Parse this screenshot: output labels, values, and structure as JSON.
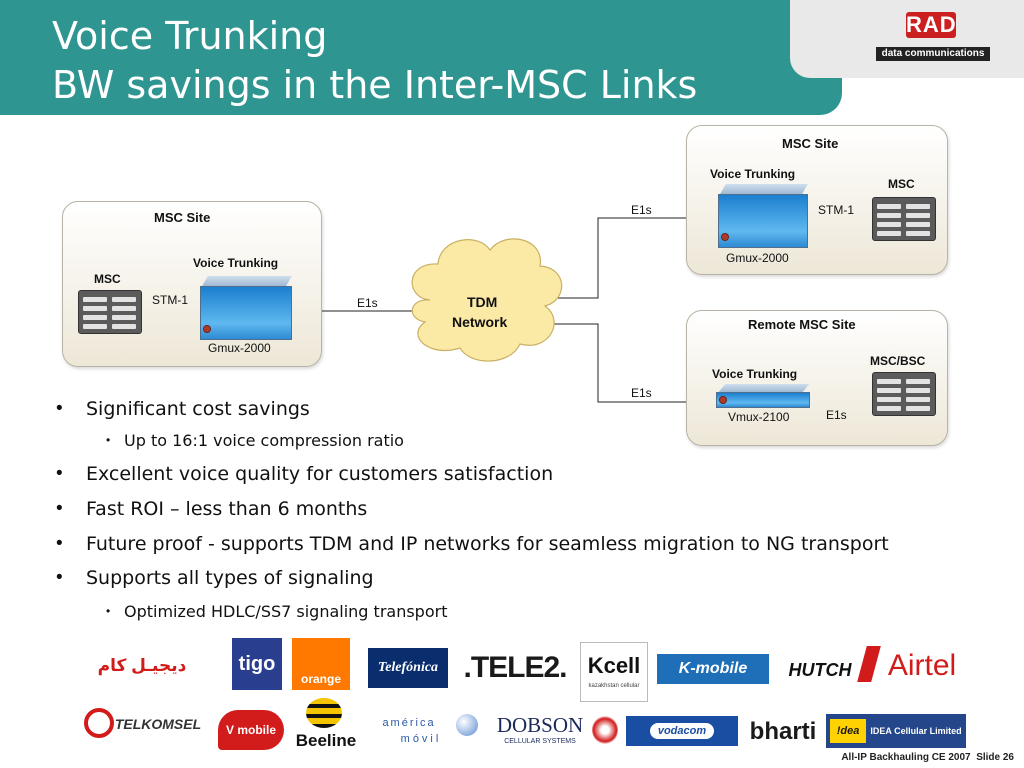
{
  "header": {
    "title_line1": "Voice Trunking",
    "title_line2": "BW savings in the Inter-MSC Links",
    "brand_name": "RAD",
    "brand_tagline": "data communications",
    "band_color": "#2e9590"
  },
  "diagram": {
    "left_site": {
      "title": "MSC Site",
      "msc_label": "MSC",
      "function_label": "Voice Trunking",
      "link_label": "STM-1",
      "device_label": "Gmux-2000"
    },
    "top_right_site": {
      "title": "MSC Site",
      "msc_label": "MSC",
      "function_label": "Voice Trunking",
      "link_label": "STM-1",
      "device_label": "Gmux-2000"
    },
    "bottom_right_site": {
      "title": "Remote MSC Site",
      "msc_label": "MSC/BSC",
      "function_label": "Voice Trunking",
      "link_label": "E1s",
      "device_label": "Vmux-2100"
    },
    "cloud": {
      "line1": "TDM",
      "line2": "Network"
    },
    "wan_labels": {
      "left": "E1s",
      "top": "E1s",
      "bottom": "E1s"
    }
  },
  "bullets": [
    {
      "text": "Significant cost savings",
      "level": 1
    },
    {
      "text": "Up to 16:1 voice compression ratio",
      "level": 2
    },
    {
      "text": "Excellent voice quality for customers satisfaction",
      "level": 1
    },
    {
      "text": "Fast ROI – less than 6 months",
      "level": 1
    },
    {
      "text": "Future proof - supports TDM and IP networks for seamless migration to NG transport",
      "level": 1
    },
    {
      "text": "Supports all types of signaling",
      "level": 1
    },
    {
      "text": "Optimized HDLC/SS7 signaling transport",
      "level": 2
    }
  ],
  "logos": {
    "digicel_cam": "ديجيـل كام",
    "tigo": "tigo",
    "orange": "orange",
    "telefonica": "Telefónica",
    "tele2": ".TELE2.",
    "kcell": "Kcell",
    "kcell_sub": "kazakhstan cellular",
    "kmobile": "K-mobile",
    "hutch": "HUTCH",
    "airtel": "Airtel",
    "telkomsel": "TELKOMSEL",
    "vmobile": "V mobile",
    "beeline": "Beeline",
    "america_movil_1": "américa",
    "america_movil_2": "móvil",
    "dobson": "DOBSON",
    "dobson_sub": "CELLULAR SYSTEMS",
    "vodacom": "vodacom",
    "bharti": "bharti",
    "idea_badge": "!dea",
    "idea": "IDEA Cellular Limited"
  },
  "footer": {
    "text": "All-IP Backhauling CE 2007",
    "slide": "Slide 26"
  }
}
